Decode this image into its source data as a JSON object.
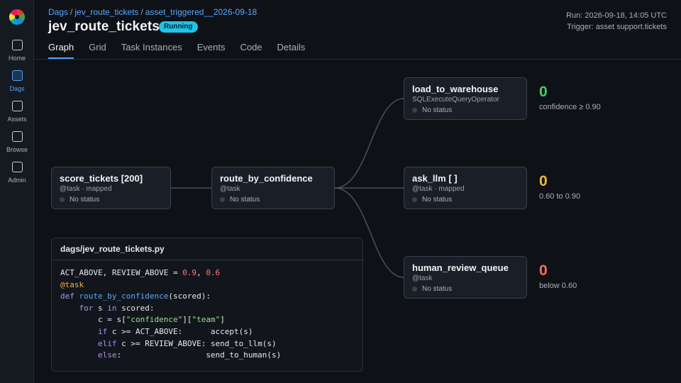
{
  "sidebar": {
    "items": [
      {
        "label": "Home",
        "icon": "home-icon"
      },
      {
        "label": "Dags",
        "icon": "dags-icon",
        "active": true
      },
      {
        "label": "Assets",
        "icon": "assets-icon"
      },
      {
        "label": "Browse",
        "icon": "browse-icon"
      },
      {
        "label": "Admin",
        "icon": "admin-icon"
      }
    ]
  },
  "header": {
    "breadcrumb": [
      "Dags",
      "jev_route_tickets",
      "asset_triggered__2026-09-18"
    ],
    "title": "jev_route_tickets",
    "state": "Running",
    "run": "Run: 2026-09-18, 14:05 UTC",
    "trigger": "Trigger: asset support.tickets"
  },
  "tabs": [
    "Graph",
    "Grid",
    "Task Instances",
    "Events",
    "Code",
    "Details"
  ],
  "active_tab": "Graph",
  "graph": {
    "nodes": [
      {
        "id": "score_tickets",
        "name": "score_tickets [200]",
        "sub": "@task · mapped",
        "status": "No status"
      },
      {
        "id": "route_by_confidence",
        "name": "route_by_confidence",
        "sub": "@task",
        "status": "No status"
      },
      {
        "id": "load_to_warehouse",
        "name": "load_to_warehouse",
        "sub": "SQLExecuteQueryOperator",
        "status": "No status"
      },
      {
        "id": "ask_llm",
        "name": "ask_llm [ ]",
        "sub": "@task · mapped",
        "status": "No status"
      },
      {
        "id": "human_review_queue",
        "name": "human_review_queue",
        "sub": "@task",
        "status": "No status"
      }
    ],
    "branches": [
      {
        "count": "0",
        "label": "confidence ≥ 0.90",
        "color": "#3fcf6b"
      },
      {
        "count": "0",
        "label": "0.60 to 0.90",
        "color": "#f5b82e"
      },
      {
        "count": "0",
        "label": "below 0.60",
        "color": "#ff6b5a"
      }
    ]
  },
  "code": {
    "filename": "dags/jev_route_tickets.py"
  },
  "colors": {
    "accent": "#4fa3f7",
    "running_badge": "#22c3e6"
  }
}
